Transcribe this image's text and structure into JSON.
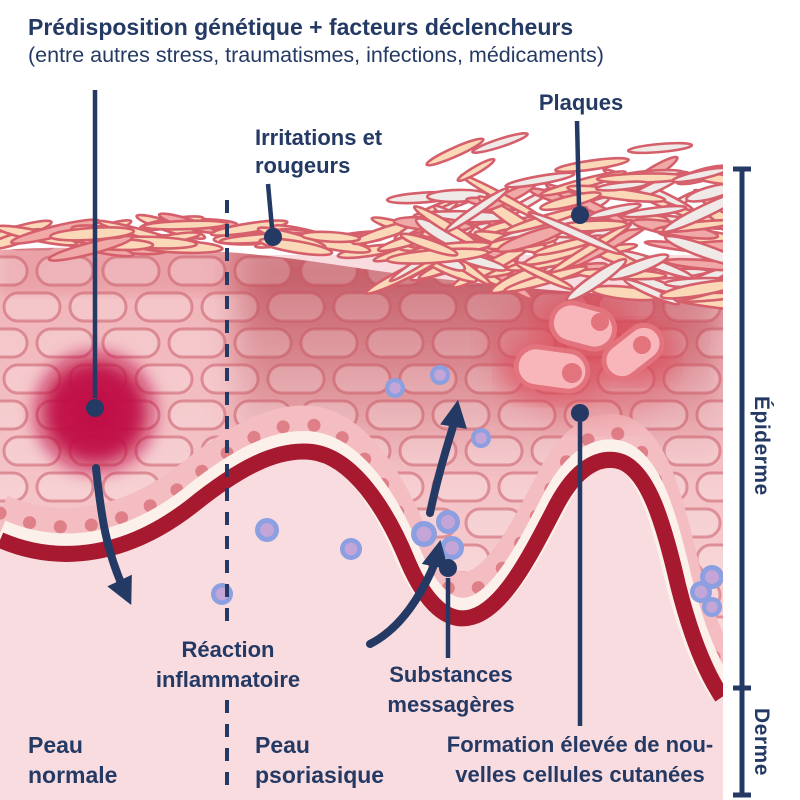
{
  "diagram_subject": "Psoriasis skin cross-section (normal skin vs psoriatic skin)",
  "title": {
    "line1": "Prédisposition génétique + facteurs déclencheurs",
    "line2": "(entre autres stress, traumatismes, infections, médicaments)"
  },
  "annotations": {
    "plaques": "Plaques",
    "irritations_line1": "Irritations et",
    "irritations_line2": "rougeurs",
    "reaction_line1": "Réaction",
    "reaction_line2": "inflammatoire",
    "substances_line1": "Substances",
    "substances_line2": "messagères",
    "formation_line1": "Formation élevée de nou-",
    "formation_line2": "velles cellules cutanées",
    "peau_normale_line1": "Peau",
    "peau_normale_line2": "normale",
    "peau_psoriasique_line1": "Peau",
    "peau_psoriasique_line2": "psoriasique",
    "epiderme": "Épiderme",
    "derme": "Derme"
  },
  "colors": {
    "navy": "#243A64",
    "dermis_pink": "#F8DCE0",
    "epidermis_pink": "#F2BCC0",
    "epidermis_light": "#F6CDD0",
    "psoriatic_red": "#B8444F",
    "membrane_red": "#A6192E",
    "membrane_cream": "#FBF0EA",
    "basal_pink": "#F3BDC1",
    "basal_nuclei": "#DF7F88",
    "inflammation_crimson": "#C00E45",
    "flake_peach": "#FAD8B8",
    "flake_white": "#EFEAE7",
    "flake_rose": "#F0A9A7",
    "flake_outline": "#D5606C",
    "immune_outer": "#8C9FE0",
    "immune_inner": "#C3A5D8",
    "new_cell_fill": "#F8B6BA",
    "new_cell_outline": "#E3737D",
    "glow_red": "#DC4A58"
  }
}
